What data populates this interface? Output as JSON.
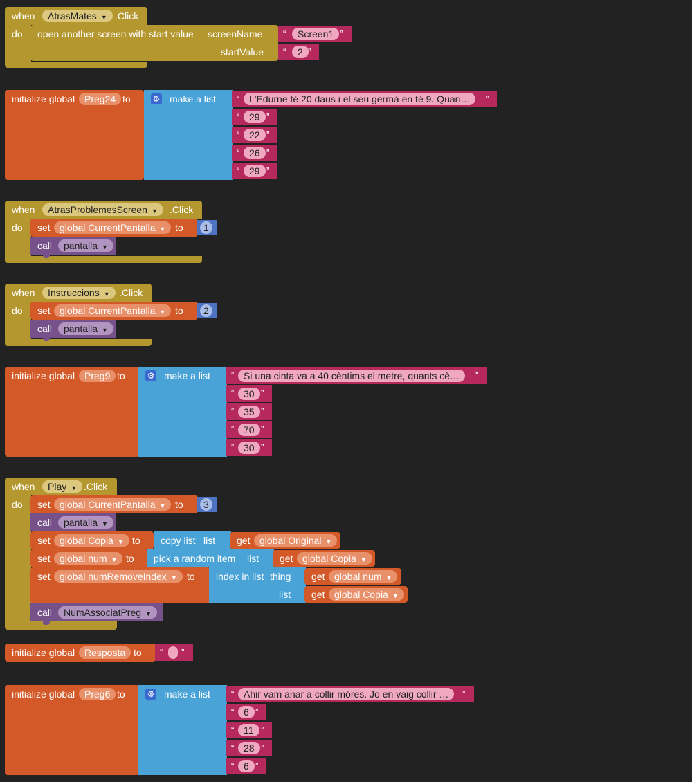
{
  "blocks": {
    "atras_mates": {
      "when": "when",
      "component": "AtrasMates",
      "event": ".Click",
      "do": "do",
      "action": "open another screen with start value",
      "screen_name_label": "screenName",
      "start_value_label": "startValue",
      "screen_value": "Screen1",
      "start_value": "2"
    },
    "preg24": {
      "init": "initialize global",
      "name": "Preg24",
      "to": "to",
      "make_list": "make a list",
      "items": [
        "L'Edurne té 20 daus i el seu germà en té 9. Quan…",
        "29",
        "22",
        "26",
        "29"
      ]
    },
    "atras_problemes": {
      "when": "when",
      "component": "AtrasProblemesScreen",
      "event": ".Click",
      "do": "do",
      "set": "set",
      "var": "global CurrentPantalla",
      "to": "to",
      "value": "1",
      "call": "call",
      "proc": "pantalla"
    },
    "instruccions": {
      "when": "when",
      "component": "Instruccions",
      "event": ".Click",
      "do": "do",
      "set": "set",
      "var": "global CurrentPantalla",
      "to": "to",
      "value": "2",
      "call": "call",
      "proc": "pantalla"
    },
    "preg9": {
      "init": "initialize global",
      "name": "Preg9",
      "to": "to",
      "make_list": "make a list",
      "items": [
        "Si una cinta va a 40 cèntims el metre, quants cè…",
        "30",
        "35",
        "70",
        "30"
      ]
    },
    "play": {
      "when": "when",
      "component": "Play",
      "event": ".Click",
      "do": "do",
      "set": "set",
      "to": "to",
      "call": "call",
      "get": "get",
      "list_label": "list",
      "var_pantalla": "global CurrentPantalla",
      "value": "3",
      "proc_pantalla": "pantalla",
      "var_copia": "global Copia",
      "copy_list": "copy list",
      "var_original": "global Original",
      "var_num": "global num",
      "pick_random": "pick a random item",
      "var_remove": "global numRemoveIndex",
      "index_in_list": "index in list",
      "thing": "thing",
      "proc_assoc": "NumAssociatPreg"
    },
    "resposta": {
      "init": "initialize global",
      "name": "Resposta",
      "to": "to"
    },
    "preg6": {
      "init": "initialize global",
      "name": "Preg6",
      "to": "to",
      "make_list": "make a list",
      "items": [
        "Ahir vam anar a collir móres. Jo en vaig collir …",
        "6",
        "11",
        "28",
        "6"
      ]
    }
  },
  "quote_open": "“",
  "quote_close": "”",
  "dropdown_arrow": "▼",
  "gear_icon": "⚙",
  "colors": {
    "background": "#222222",
    "event": "#b5972f",
    "variable": "#d35a28",
    "list": "#4aa3d6",
    "text": "#b6295c",
    "math": "#4f73c3",
    "procedure": "#76518a"
  }
}
